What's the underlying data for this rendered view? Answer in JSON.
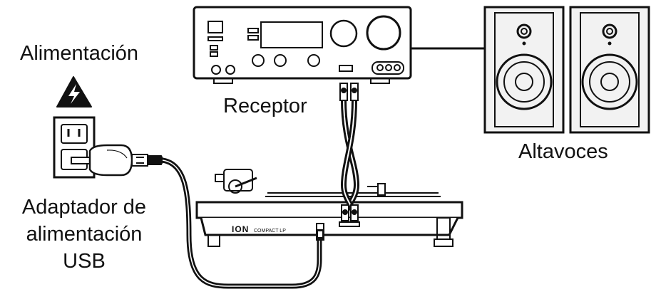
{
  "labels": {
    "power": "Alimentación",
    "receiver": "Receptor",
    "speakers": "Altavoces",
    "adapter_line1": "Adaptador de",
    "adapter_line2": "alimentación",
    "adapter_line3": "USB"
  },
  "turntable": {
    "brand": "ION",
    "model": "COMPACT LP"
  },
  "colors": {
    "line": "#111111",
    "background": "#ffffff",
    "speaker_body": "#f2f2f2"
  }
}
